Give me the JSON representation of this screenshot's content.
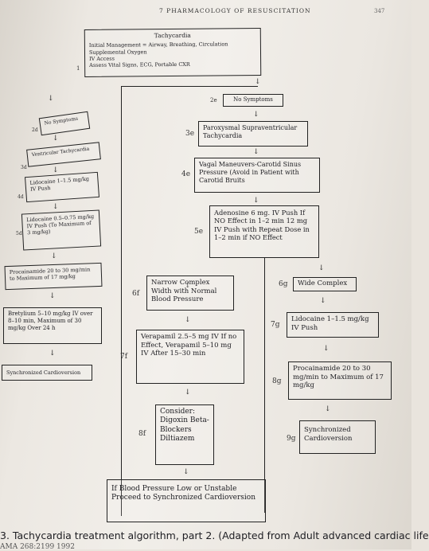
{
  "header": {
    "title": "7  PHARMACOLOGY OF RESUSCITATION",
    "page": "347"
  },
  "top": {
    "title": "Tachycardia",
    "step": "1",
    "lines": [
      "Initial Management = Airway, Breathing, Circulation",
      "Supplemental Oxygen",
      "IV Access",
      "Assess Vital Signs, ECG, Portable CXR"
    ]
  },
  "left": {
    "s2d": {
      "num": "2d",
      "text": "No Symptoms"
    },
    "s3d": {
      "num": "3d",
      "text": "Ventricular Tachycardia"
    },
    "s4d": {
      "num": "4d",
      "text": "Lidocaine 1–1.5 mg/kg IV Push"
    },
    "s5d": {
      "num": "5d",
      "text": "Lidocaine 0.5–0.75 mg/kg IV Push (To Maximum of 3 mg/kg)"
    },
    "s6d": {
      "text": "Procainamide 20 to 30 mg/min to Maximum of 17 mg/kg"
    },
    "s7d": {
      "text": "Bretylium 5–10 mg/kg IV over 8–10 min, Maximum of 30 mg/kg Over 24 h"
    },
    "s8d": {
      "text": "Synchronized Cardioversion"
    }
  },
  "mid": {
    "s2e": {
      "num": "2e",
      "text": "No Symptoms"
    },
    "s3e": {
      "num": "3e",
      "text": "Paroxysmal Supraventricular Tachycardia"
    },
    "s4e": {
      "num": "4e",
      "text": "Vagal Maneuvers-Carotid Sinus Pressure (Avoid in Patient with Carotid Bruits"
    },
    "s5e": {
      "num": "5e",
      "text": "Adenosine 6 mg. IV Push If NO Effect in 1–2 min 12 mg IV Push with Repeat Dose in 1–2 min if NO Effect"
    }
  },
  "f": {
    "s6f": {
      "num": "6f",
      "text": "Narrow Complex Width with Normal Blood Pressure"
    },
    "s7f": {
      "num": "7f",
      "text": "Verapamil 2.5–5 mg IV If no Effect, Verapamil 5–10 mg IV After 15–30 min"
    },
    "s8f": {
      "num": "8f",
      "text": "Consider: Digoxin Beta-Blockers Diltiazem"
    },
    "bottom": {
      "text": "If Blood Pressure Low or Unstable Proceed to Synchronized Cardioversion"
    }
  },
  "g": {
    "s6g": {
      "num": "6g",
      "text": "Wide Complex"
    },
    "s7g": {
      "num": "7g",
      "text": "Lidocaine 1–1.5 mg/kg IV Push"
    },
    "s8g": {
      "num": "8g",
      "text": "Procainamide 20 to 30 mg/min to Maximum of 17 mg/kg"
    },
    "s9g": {
      "num": "9g",
      "text": "Synchronized Cardioversion"
    }
  },
  "caption": {
    "text": "3. Tachycardia treatment algorithm, part 2. (Adapted from Adult advanced cardiac life",
    "source": "AMA 268:2199 1992"
  }
}
